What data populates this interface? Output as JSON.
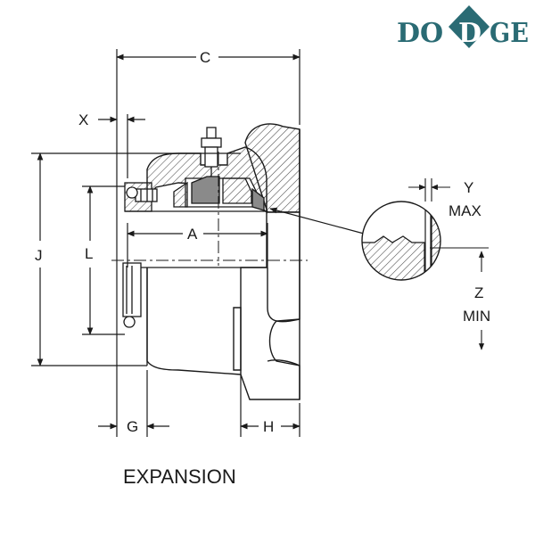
{
  "brand": {
    "name": "DODGE",
    "part_one": "DO",
    "part_two": "GE",
    "diamond_letter": "D",
    "color": "#2a6b74"
  },
  "drawing": {
    "caption": "EXPANSION",
    "dimensions": {
      "c": "C",
      "x": "X",
      "j": "J",
      "l": "L",
      "a": "A",
      "g": "G",
      "h": "H",
      "y": "Y",
      "y_note": "MAX",
      "z": "Z",
      "z_note": "MIN"
    }
  },
  "colors": {
    "line": "#1a1a1a",
    "hatch": "#4a4a4a",
    "fill_gray": "#8a8a8a"
  }
}
